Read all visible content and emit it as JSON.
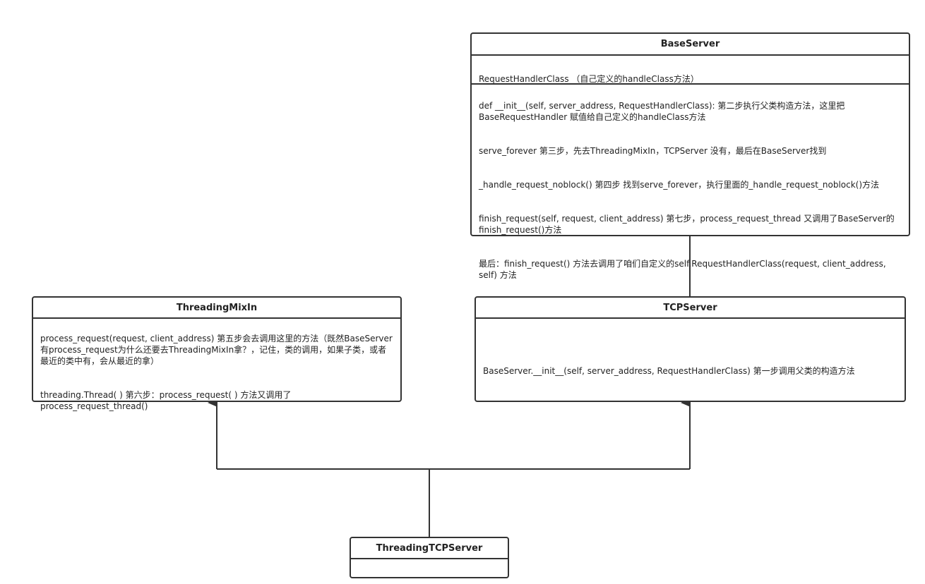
{
  "classes": {
    "baseserver": {
      "name": "BaseServer",
      "attribute": "RequestHandlerClass  （自己定义的handleClass方法）",
      "methods": [
        "def __init__(self, server_address, RequestHandlerClass):  第二步执行父类构造方法，这里把BaseRequestHandler 赋值给自己定义的handleClass方法",
        "serve_forever  第三步，先去ThreadingMixIn，TCPServer 没有，最后在BaseServer找到",
        "_handle_request_noblock() 第四步  找到serve_forever，执行里面的_handle_request_noblock()方法",
        "finish_request(self, request, client_address) 第七步，process_request_thread 又调用了BaseServer的finish_request()方法",
        "最后：finish_request() 方法去调用了咱们自定义的self.RequestHandlerClass(request, client_address, self) 方法"
      ]
    },
    "threadingmixin": {
      "name": "ThreadingMixIn",
      "methods": [
        "process_request(request, client_address)  第五步会去调用这里的方法（既然BaseServer有process_request为什么还要去ThreadingMixIn拿？，记住，类的调用，如果子类，或者最近的类中有，会从最近的拿）",
        "threading.Thread( ) 第六步：process_request( ) 方法又调用了process_request_thread()"
      ]
    },
    "tcpserver": {
      "name": "TCPServer",
      "methods": [
        "BaseServer.__init__(self, server_address, RequestHandlerClass)  第一步调用父类的构造方法"
      ]
    },
    "threadingtcpserver": {
      "name": "ThreadingTCPServer"
    }
  }
}
